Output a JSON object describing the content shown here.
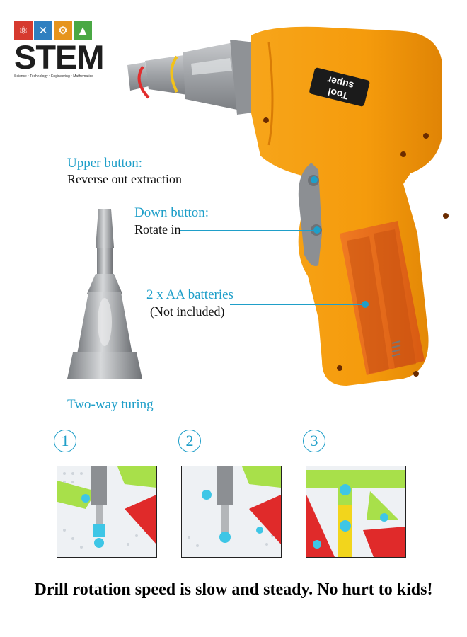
{
  "logo": {
    "word": "STEM",
    "tagline": "Science • Technology • Engineering • Mathematics",
    "tile_colors": [
      "#d63a2f",
      "#2f7fc0",
      "#e6941c",
      "#4aa844"
    ]
  },
  "drill": {
    "badge_text_1": "super",
    "badge_text_2": "Tool",
    "body_color": "#f5a011",
    "battery_color": "#e8681c"
  },
  "callouts": {
    "upper": {
      "title": "Upper button:",
      "text": "Reverse out extraction"
    },
    "down": {
      "title": "Down button:",
      "text": "Rotate in"
    },
    "battery": {
      "title": "2 x AA batteries",
      "text": "(Not included)"
    }
  },
  "bit": {
    "caption": "Two-way turing"
  },
  "steps": [
    {
      "number": "1"
    },
    {
      "number": "2"
    },
    {
      "number": "3"
    }
  ],
  "footer": {
    "text": "Drill rotation speed is slow and steady. No hurt to kids!"
  }
}
